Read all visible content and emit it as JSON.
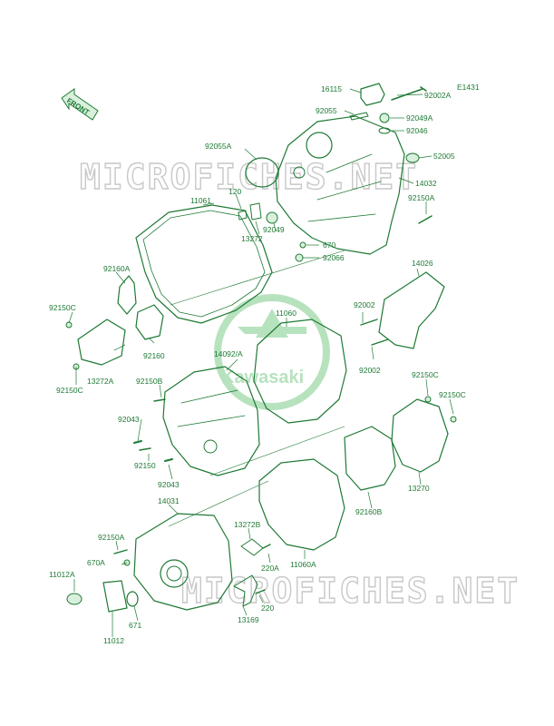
{
  "diagram_code": "E1431",
  "front_label": "FRONT",
  "watermark_text": "MICROFICHES.NET",
  "brand_text": "Kawasaki",
  "colors": {
    "line": "#1f7a35",
    "fill": "#d9f0dd",
    "watermark": "#c8c8c8",
    "badge": "#9fd9a9"
  },
  "parts": {
    "p16115": "16115",
    "p92002a": "92002A",
    "p92055": "92055",
    "p92049a": "92049A",
    "p92046": "92046",
    "p52005": "52005",
    "p14032": "14032",
    "p92055a": "92055A",
    "p92150a_top": "92150A",
    "p11061": "11061",
    "p120": "120",
    "p92049": "92049",
    "p13272": "13272",
    "p670_top": "670",
    "p92066": "92066",
    "p14026": "14026",
    "p92160a": "92160A",
    "p92002_1": "92002",
    "p92150c_1": "92150C",
    "p11060": "11060",
    "p92160": "92160",
    "p14092a": "14092/A",
    "p92002_2": "92002",
    "p13272a": "13272A",
    "p92150c_2": "92150C",
    "p92150c_3": "92150C",
    "p92150c_4": "92150C",
    "p92150b": "92150B",
    "p92043_1": "92043",
    "p92150": "92150",
    "p92043_2": "92043",
    "p13270": "13270",
    "p92160b": "92160B",
    "p14031": "14031",
    "p13272b": "13272B",
    "p92150a_bot": "92150A",
    "p670a": "670A",
    "p11060a": "11060A",
    "p220a": "220A",
    "p11012a": "11012A",
    "p220": "220",
    "p671": "671",
    "p13169": "13169",
    "p11012": "11012"
  }
}
